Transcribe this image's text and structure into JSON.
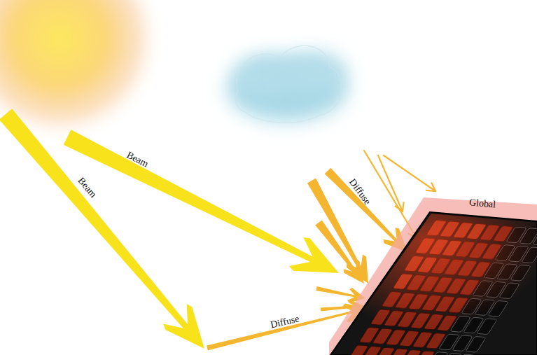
{
  "diagram": {
    "nodes": [
      {
        "text": [
          "Global"
        ]
      }
    ],
    "labels": [
      "Beam",
      "Beam",
      "Diffuse",
      "Diffuse"
    ]
  }
}
